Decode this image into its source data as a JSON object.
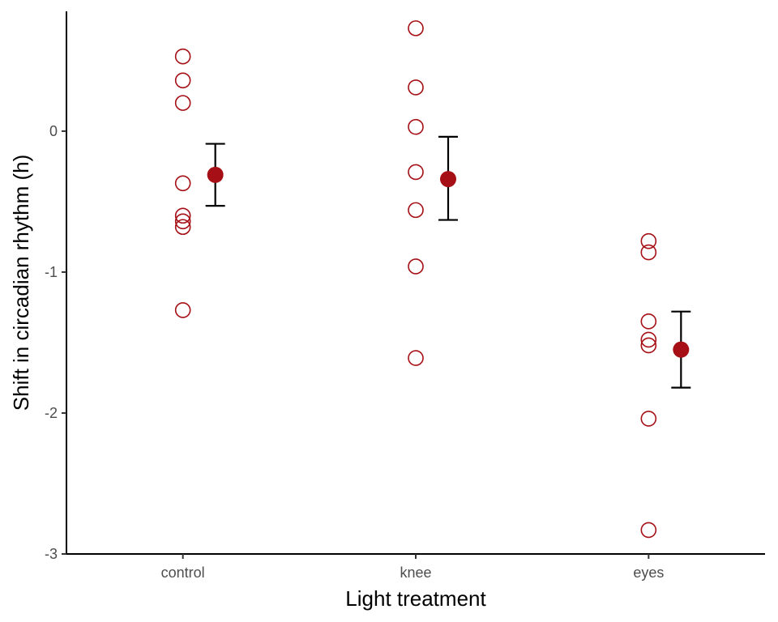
{
  "chart_data": {
    "type": "scatter",
    "title": "",
    "xlabel": "Light treatment",
    "ylabel": "Shift in circadian rhythm (h)",
    "categories": [
      "control",
      "knee",
      "eyes"
    ],
    "ylim": [
      -3,
      0.85
    ],
    "yticks": [
      0,
      -1,
      -2,
      -3
    ],
    "ytick_labels": [
      "0",
      "-1",
      "-2",
      "-3"
    ],
    "grid": false,
    "legend": "none",
    "point_color": "#a50f15",
    "errorbar_color": "#000000",
    "observations": [
      {
        "category": "control",
        "values": [
          0.53,
          0.36,
          0.2,
          -0.37,
          -0.6,
          -0.64,
          -0.68,
          -1.27
        ]
      },
      {
        "category": "knee",
        "values": [
          0.73,
          0.31,
          0.03,
          -0.29,
          -0.56,
          -0.96,
          -1.61
        ]
      },
      {
        "category": "eyes",
        "values": [
          -0.78,
          -0.86,
          -1.35,
          -1.48,
          -1.52,
          -2.04,
          -2.83
        ]
      }
    ],
    "summary": [
      {
        "category": "control",
        "mean": -0.31,
        "lower": -0.53,
        "upper": -0.09
      },
      {
        "category": "knee",
        "mean": -0.34,
        "lower": -0.63,
        "upper": -0.04
      },
      {
        "category": "eyes",
        "mean": -1.55,
        "lower": -1.82,
        "upper": -1.28
      }
    ]
  }
}
